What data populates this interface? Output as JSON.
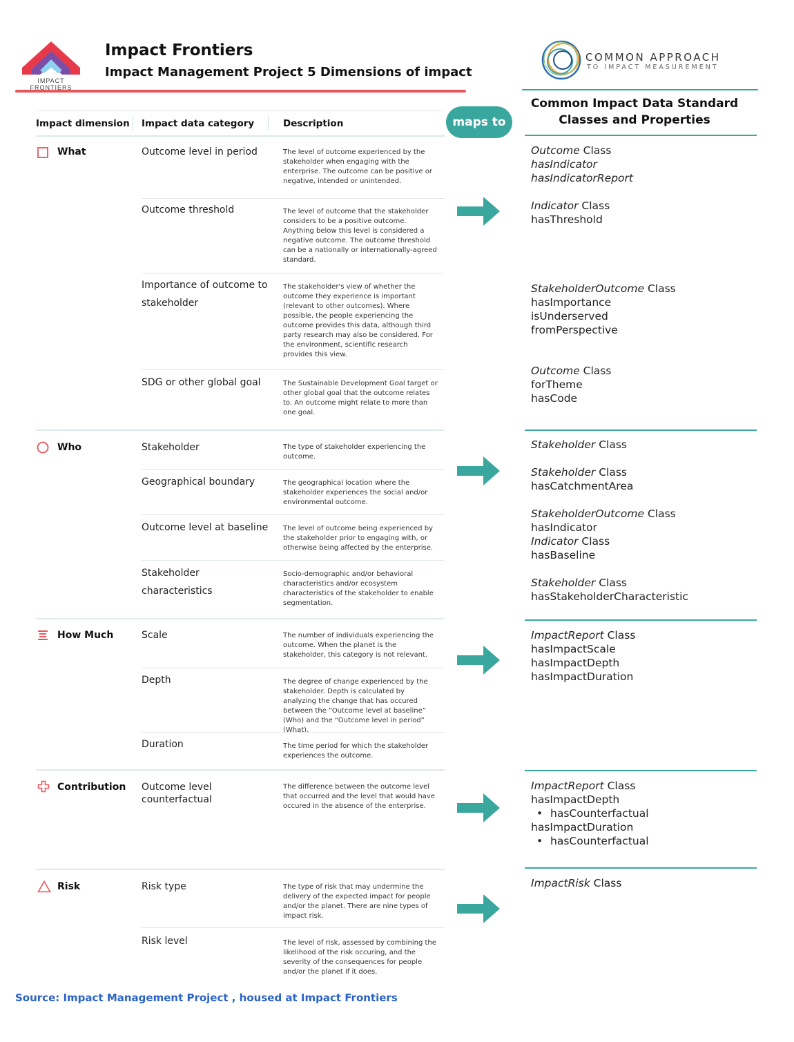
{
  "header": {
    "logo_caption": "IMPACT FRONTIERS",
    "title": "Impact Frontiers",
    "subtitle": "Impact Management Project 5 Dimensions of impact",
    "ca_name": "COMMON APPROACH",
    "ca_tagline": "TO IMPACT MEASUREMENT",
    "standard_title_1": "Common Impact Data Standard",
    "standard_title_2": "Classes and Properties",
    "maps_to": "maps to"
  },
  "columns": {
    "dimension": "Impact dimension",
    "category": "Impact data category",
    "description": "Description"
  },
  "colors": {
    "red": "#e9555a",
    "teal": "#3aa79f",
    "source_blue": "#2a63c9"
  },
  "rows": [
    {
      "dimension": "What",
      "icon": "square-icon",
      "items": [
        {
          "category": "Outcome level in period",
          "description": "The level of outcome experienced by the stakeholder when engaging with the enterprise. The outcome can be positive or negative, intended or unintended."
        },
        {
          "category": "Outcome threshold",
          "description": "The level of outcome that the stakeholder considers to be a positive outcome. Anything below this level is considered a negative outcome. The outcome threshold can be a nationally or internationally-agreed standard."
        },
        {
          "category": "Importance of outcome to stakeholder",
          "description": "The stakeholder's view of whether the outcome they experience is important (relevant to other outcomes). Where possible, the people experiencing the outcome provides this data, although third party research may also be  considered. For the environment, scientific research provides this view."
        },
        {
          "category": "SDG or other global goal",
          "description": "The Sustainable Development Goal target or other global goal that the outcome relates to. An outcome might relate to more than one goal."
        }
      ]
    },
    {
      "dimension": "Who",
      "icon": "circle-icon",
      "items": [
        {
          "category": "Stakeholder",
          "description": "The type of stakeholder experiencing the outcome."
        },
        {
          "category": "Geographical boundary",
          "description": "The geographical location where the stakeholder experiences the social and/or environmental outcome."
        },
        {
          "category": "Outcome level at baseline",
          "description": "The level of outcome being experienced by the stakeholder prior to engaging with, or otherwise being affected by the enterprise."
        },
        {
          "category": "Stakeholder characteristics",
          "description": "Socio-demographic and/or behavioral characteristics and/or ecosystem characteristics of the stakeholder to enable segmentation."
        }
      ]
    },
    {
      "dimension": "How Much",
      "icon": "bars-icon",
      "items": [
        {
          "category": "Scale",
          "description": "The number of individuals experiencing the outcome. When the planet is the stakeholder, this category is not relevant."
        },
        {
          "category": "Depth",
          "description": "The degree of change experienced by the stakeholder. Depth is calculated by analyzing the change that has occured between the “Outcome level at baseline” (Who) and the “Outcome level in period” (What)."
        },
        {
          "category": "Duration",
          "description": "The time period for which the stakeholder experiences the outcome."
        }
      ]
    },
    {
      "dimension": "Contribution",
      "icon": "plus-icon",
      "items": [
        {
          "category": "Outcome level counterfactual",
          "description": "The difference between the outcome level that occurred and the level that would have occured in the absence of the enterprise."
        }
      ]
    },
    {
      "dimension": "Risk",
      "icon": "triangle-icon",
      "items": [
        {
          "category": "Risk type",
          "description": "The type of risk that may undermine the delivery of the expected impact for people and/or the planet. There are nine types of impact risk."
        },
        {
          "category": "Risk level",
          "description": "The level of risk, assessed by combining the likelihood of the risk occuring, and the severity of the consequences for people and/or the planet if it does."
        }
      ]
    }
  ],
  "mappings": {
    "what_1": {
      "class_name": "Outcome",
      "class_word": " Class",
      "p1": "hasIndicator",
      "p2": "hasIndicatorReport"
    },
    "what_2": {
      "class_name": "Indicator",
      "class_word": " Class",
      "p1": "hasThreshold"
    },
    "what_3": {
      "class_name": "StakeholderOutcome",
      "class_word": " Class",
      "p1": "hasImportance",
      "p2": "isUnderserved",
      "p3": "fromPerspective"
    },
    "what_4": {
      "class_name": "Outcome",
      "class_word": " Class",
      "p1": "forTheme",
      "p2": "hasCode"
    },
    "who_1": {
      "class_name": "Stakeholder",
      "class_word": " Class"
    },
    "who_2": {
      "class_name": "Stakeholder",
      "class_word": " Class",
      "p1": "hasCatchmentArea"
    },
    "who_3": {
      "class_name": "StakeholderOutcome",
      "class_word": " Class",
      "p1": "hasIndicator",
      "class2_name": "Indicator",
      "p2": "hasBaseline"
    },
    "who_4": {
      "class_name": "Stakeholder",
      "class_word": " Class",
      "p1": "hasStakeholderCharacteristic"
    },
    "howmuch_1": {
      "class_name": "ImpactReport",
      "class_word": " Class",
      "p1": "hasImpactScale",
      "p2": "hasImpactDepth",
      "p3": "hasImpactDuration"
    },
    "contribution_1": {
      "class_name": "ImpactReport",
      "class_word": " Class",
      "p1": "hasImpactDepth",
      "b1": "hasCounterfactual",
      "p2": "hasImpactDuration",
      "b2": "hasCounterfactual"
    },
    "risk_1": {
      "class_name": "ImpactRisk",
      "class_word": " Class"
    }
  },
  "footer": {
    "source": "Source: Impact Management Project , housed at Impact Frontiers"
  }
}
